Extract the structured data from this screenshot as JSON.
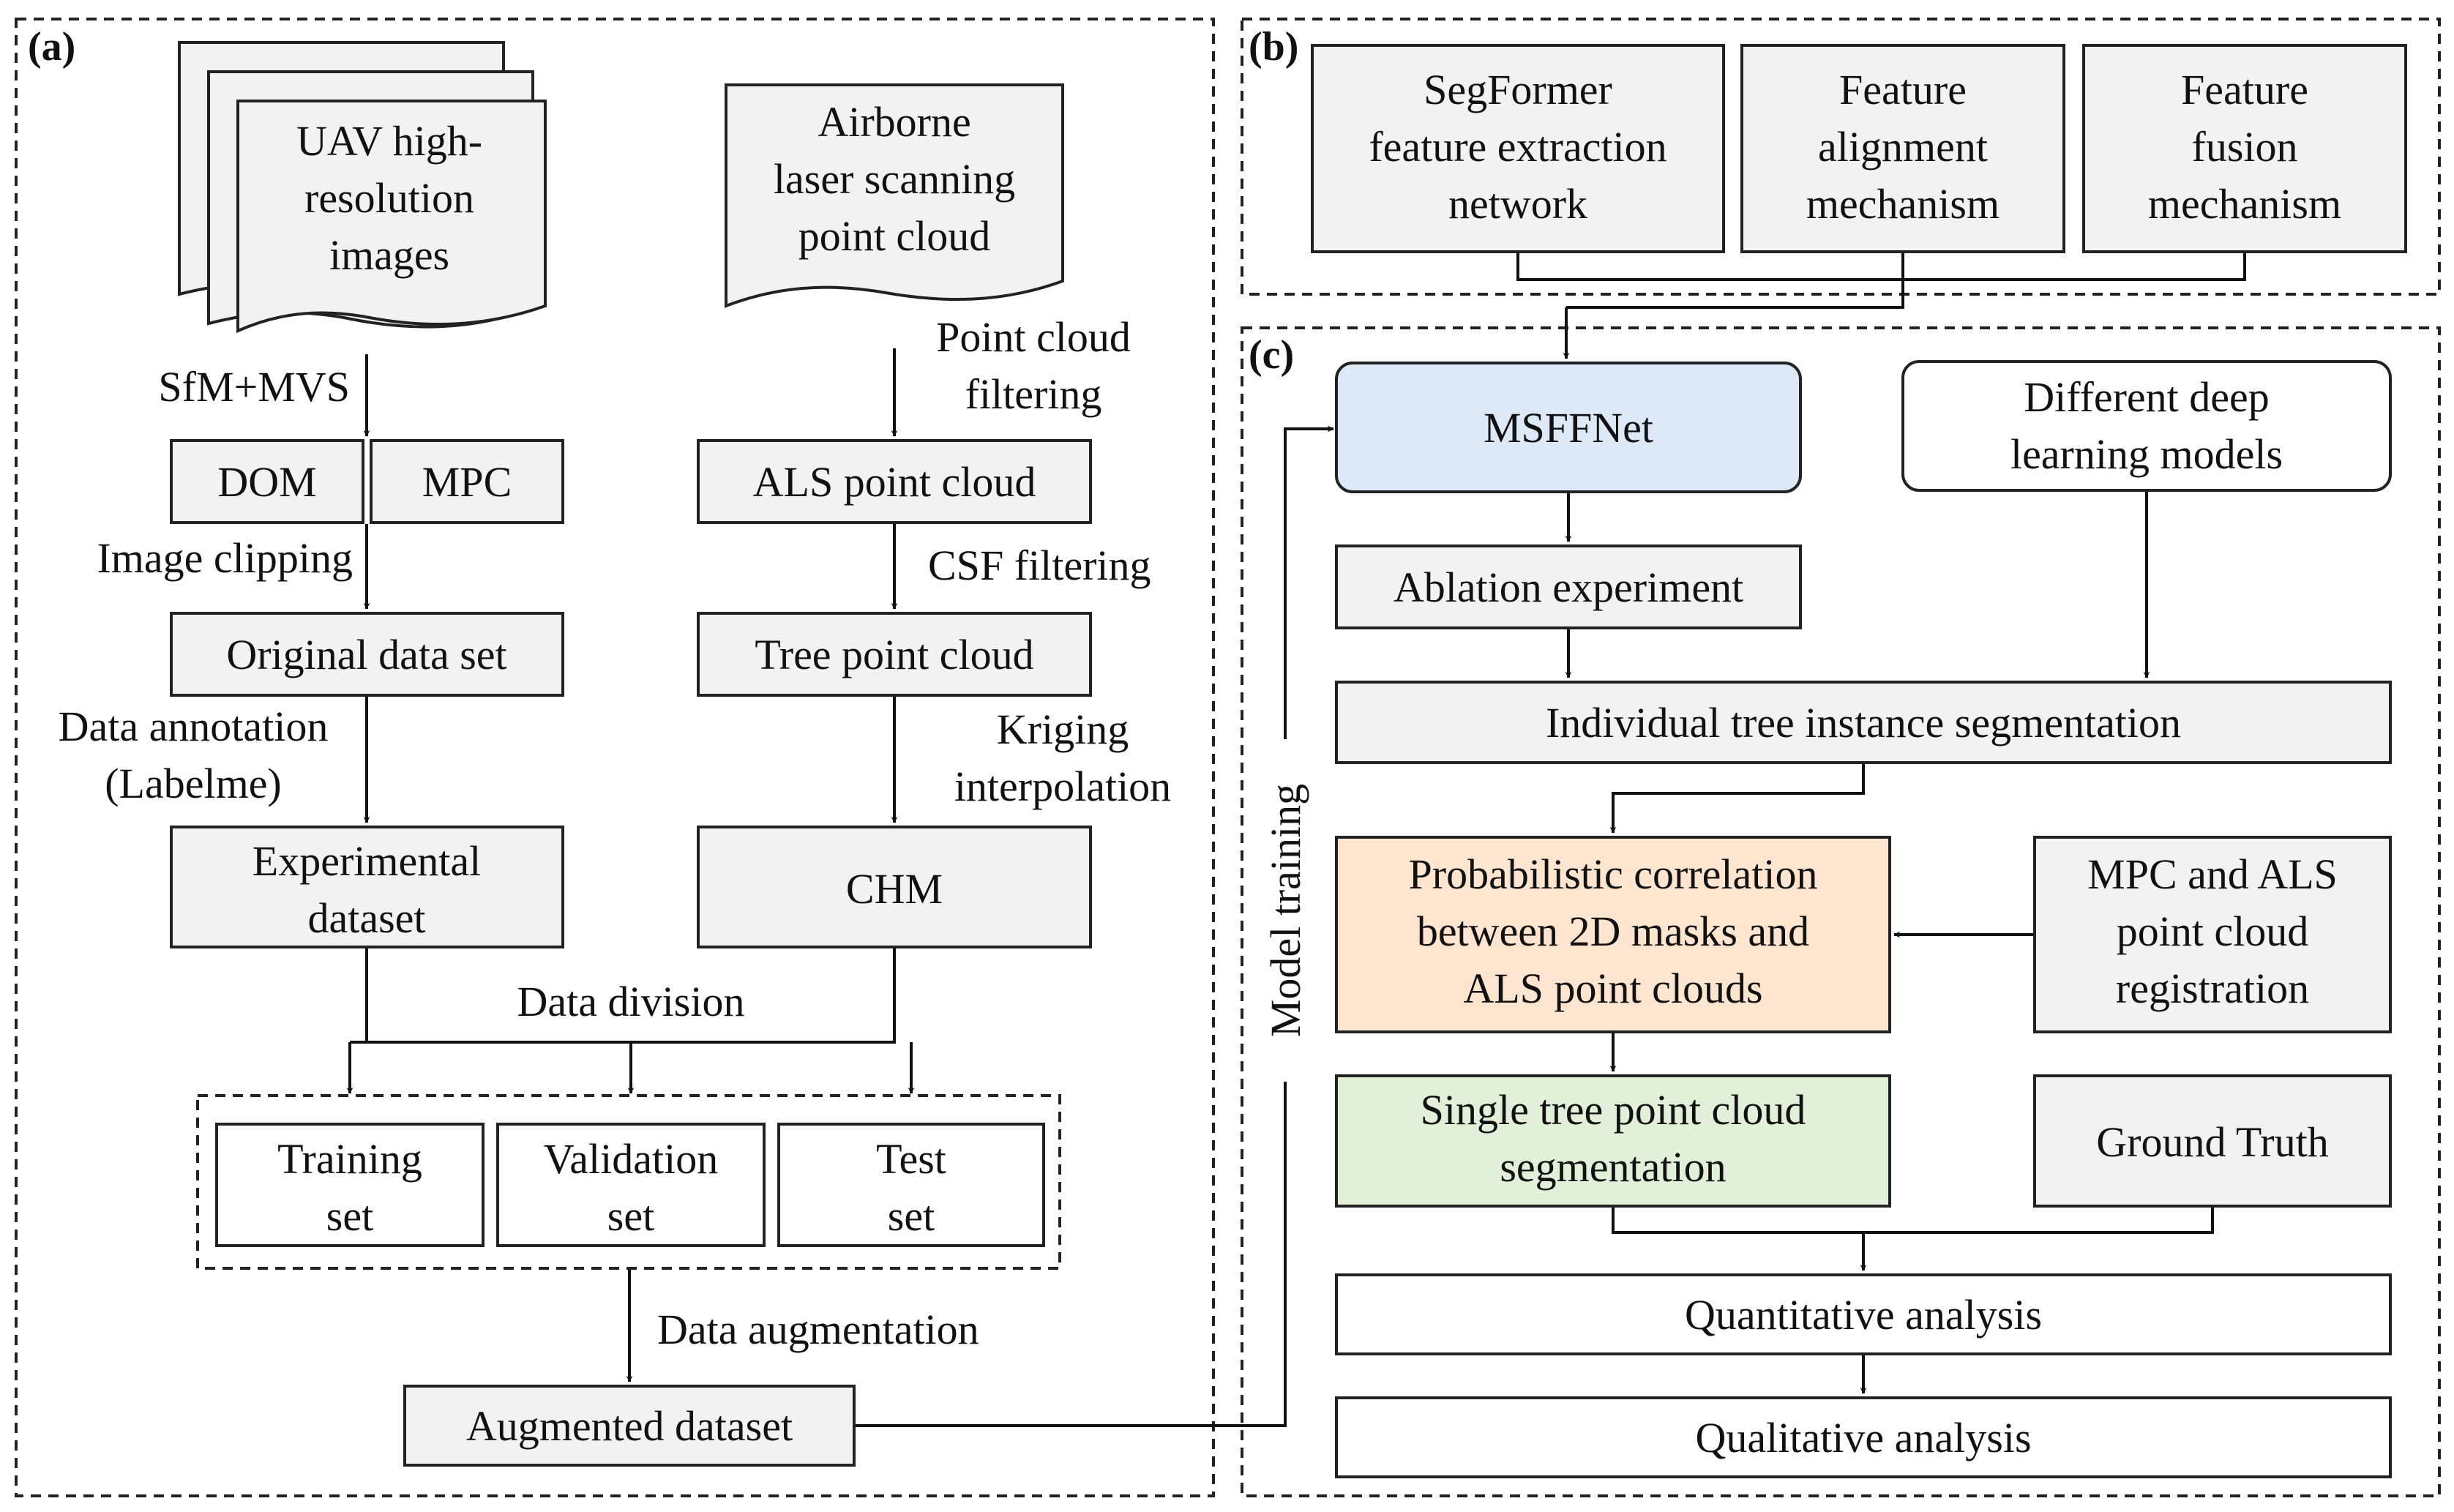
{
  "colors": {
    "box_fill": "#f2f2f2",
    "white": "#ffffff",
    "msffnet_fill": "#dde9f7",
    "msffnet_stroke": "#2e5c8a",
    "deep_models_stroke": "#2e5c8a",
    "probabilistic_fill": "#fde5d0",
    "single_tree_fill": "#e2f0d9",
    "line": "#111111"
  },
  "panels": {
    "a": "(a)",
    "b": "(b)",
    "c": "(c)"
  },
  "nodes": {
    "uav": [
      "UAV high-",
      "resolution",
      "images"
    ],
    "airborne": [
      "Airborne",
      "laser scanning",
      "point cloud"
    ],
    "dom": [
      "DOM"
    ],
    "mpc": [
      "MPC"
    ],
    "als_pc": [
      "ALS point cloud"
    ],
    "original": [
      "Original data set"
    ],
    "tree_pc": [
      "Tree point cloud"
    ],
    "experimental": [
      "Experimental",
      "dataset"
    ],
    "chm": [
      "CHM"
    ],
    "training": [
      "Training",
      "set"
    ],
    "validation": [
      "Validation",
      "set"
    ],
    "test": [
      "Test",
      "set"
    ],
    "augmented": [
      "Augmented dataset"
    ],
    "segformer": [
      "SegFormer",
      "feature extraction",
      "network"
    ],
    "alignment": [
      "Feature",
      "alignment",
      "mechanism"
    ],
    "fusion": [
      "Feature",
      "fusion",
      "mechanism"
    ],
    "msffnet": [
      "MSFFNet"
    ],
    "deep_models": [
      "Different deep",
      "learning models"
    ],
    "ablation": [
      "Ablation experiment"
    ],
    "individual": [
      "Individual tree instance segmentation"
    ],
    "probabilistic": [
      "Probabilistic correlation",
      "between 2D masks and",
      "ALS point clouds"
    ],
    "registration": [
      "MPC and ALS",
      "point cloud",
      "registration"
    ],
    "single_tree": [
      "Single tree point cloud",
      "segmentation"
    ],
    "ground_truth": [
      "Ground Truth"
    ],
    "quantitative": [
      "Quantitative analysis"
    ],
    "qualitative": [
      "Qualitative analysis"
    ]
  },
  "edge_labels": {
    "sfm": [
      "SfM+MVS"
    ],
    "pc_filtering": [
      "Point cloud",
      "filtering"
    ],
    "clipping": [
      "Image clipping"
    ],
    "csf": [
      "CSF filtering"
    ],
    "annotation": [
      "Data annotation",
      "(Labelme)"
    ],
    "kriging": [
      "Kriging",
      "interpolation"
    ],
    "division": [
      "Data division"
    ],
    "augmentation": [
      "Data augmentation"
    ],
    "model_training": [
      "Model training"
    ]
  }
}
